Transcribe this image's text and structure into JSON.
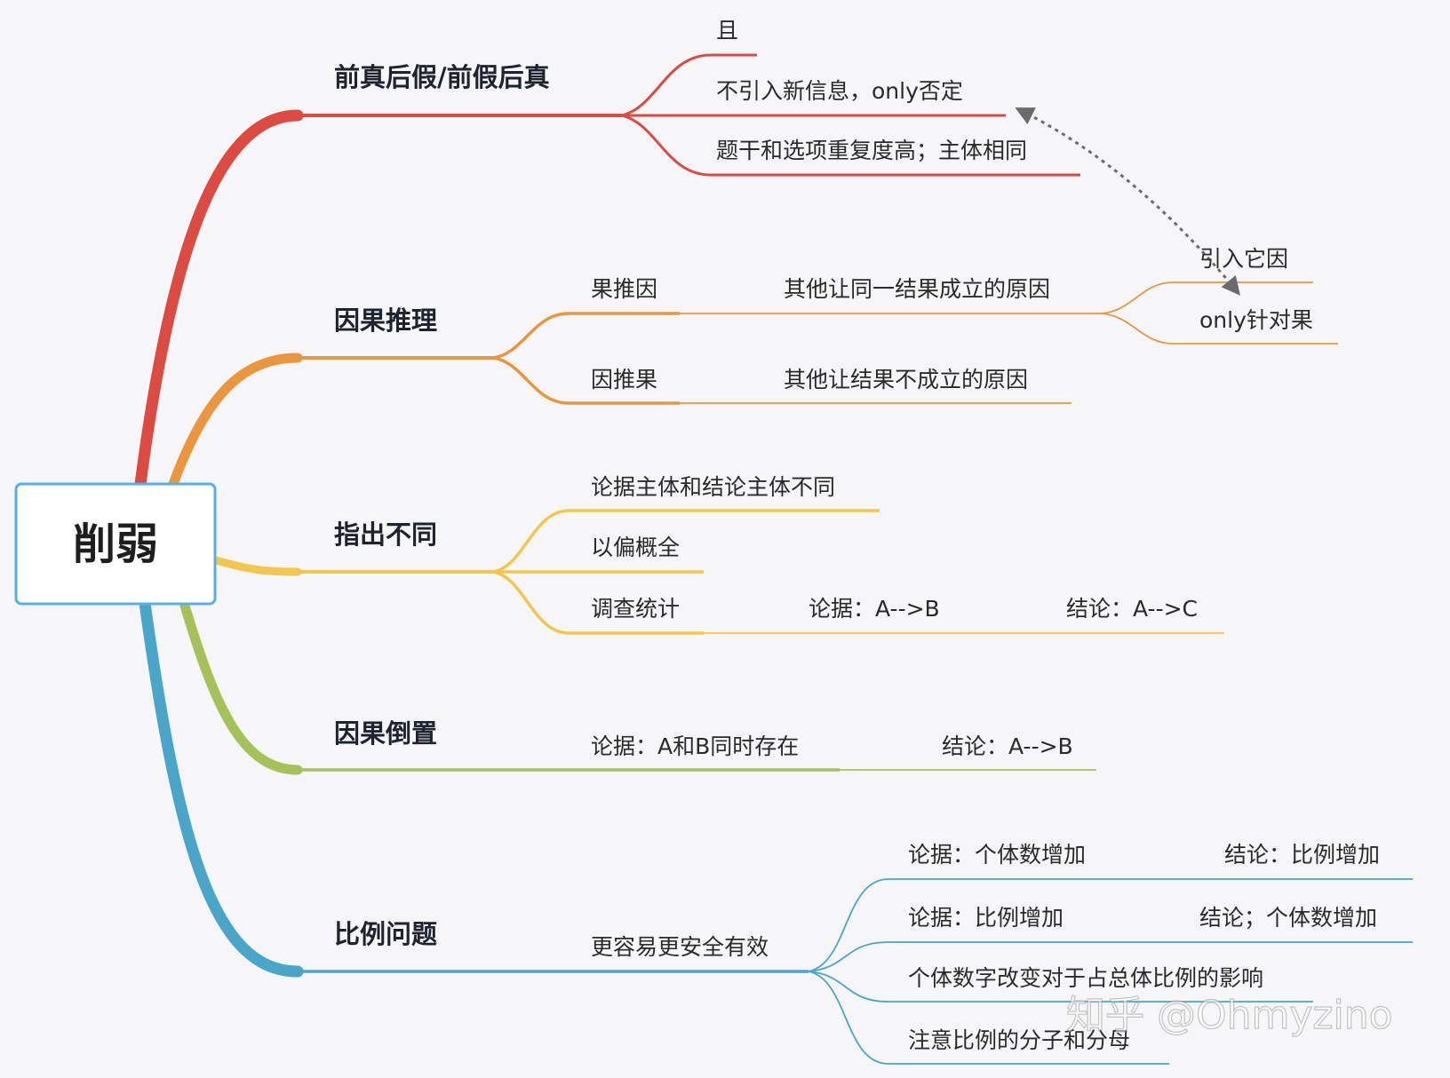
{
  "root": {
    "label": "削弱"
  },
  "colors": {
    "red": "#dc4b42",
    "orange": "#e9963f",
    "yellow": "#f3c64e",
    "green": "#a6c15a",
    "blue": "#4aa6c9",
    "root_border": "#5aaee3",
    "root_fill": "#ffffff",
    "dashed_arrow": "#6b6b6b"
  },
  "branches": {
    "b1": {
      "label": "前真后假/前假后真",
      "leaf1": "且",
      "leaf2": "不引入新信息，only否定",
      "leaf3": "题干和选项重复度高；主体相同"
    },
    "b2": {
      "label": "因果推理",
      "sub1": "果推因",
      "sub1_detail": "其他让同一结果成立的原因",
      "sub1_opt1": "引入它因",
      "sub1_opt2": "only针对果",
      "sub2": "因推果",
      "sub2_detail": "其他让结果不成立的原因"
    },
    "b3": {
      "label": "指出不同",
      "leaf1": "论据主体和结论主体不同",
      "leaf2": "以偏概全",
      "leaf3": "调查统计",
      "leaf3_arg": "论据：A-->B",
      "leaf3_concl": "结论：A-->C"
    },
    "b4": {
      "label": "因果倒置",
      "arg": "论据：A和B同时存在",
      "concl": "结论：A-->B"
    },
    "b5": {
      "label": "比例问题",
      "sub": "更容易更安全有效",
      "leaf1_arg": "论据：个体数增加",
      "leaf1_concl": "结论：比例增加",
      "leaf2_arg": "论据：比例增加",
      "leaf2_concl": "结论；个体数增加",
      "leaf3": "个体数字改变对于占总体比例的影响",
      "leaf4": "注意比例的分子和分母"
    }
  },
  "watermark": "知乎 @Ohmyzino"
}
